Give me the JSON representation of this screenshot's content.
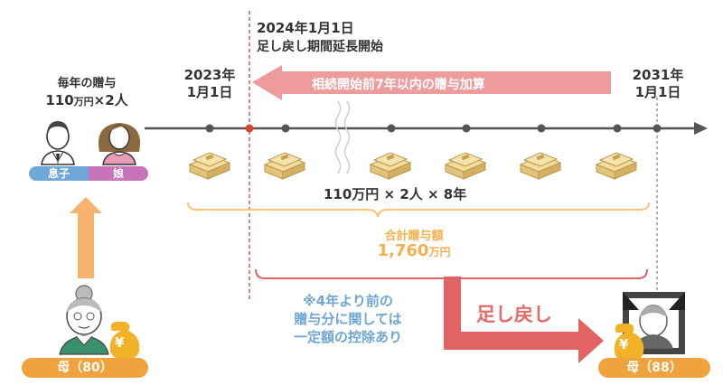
{
  "gift_info": {
    "line1": "毎年の贈与",
    "amount": "110",
    "unit": "万円",
    "multiplier": "×2人"
  },
  "recipients": [
    {
      "label": "息子",
      "color": "#6ea7d8"
    },
    {
      "label": "娘",
      "color": "#c874b8"
    }
  ],
  "donor_early": {
    "label": "母（80）"
  },
  "donor_late": {
    "label": "母（88）"
  },
  "dates": {
    "start_year": "2023年",
    "start_day": "1月1日",
    "change_year": "2024年1月1日",
    "change_desc": "足し戻し期間延長開始",
    "end_year": "2031年",
    "end_day": "1月1日"
  },
  "banner": {
    "text": "相続開始前7年以内の贈与加算"
  },
  "formula": {
    "text": "110万円 × 2人 × 8年"
  },
  "total": {
    "label": "合計贈与額",
    "amount": "1,760",
    "unit": "万円"
  },
  "note": {
    "line1": "※4年より前の",
    "line2": "贈与分に関しては",
    "line3": "一定額の控除あり"
  },
  "addback": {
    "label": "足し戻し"
  },
  "yen_symbol": "¥",
  "colors": {
    "timeline": "#555555",
    "change_line": "#c0392b",
    "banner": "#ee9b9b",
    "orange": "#f0a23c",
    "bracket": "#f7c675",
    "red_bracket": "#e36262",
    "up_arrow": "#f8b26f",
    "money": "#e8c676",
    "note_blue": "#6fa6d6"
  }
}
